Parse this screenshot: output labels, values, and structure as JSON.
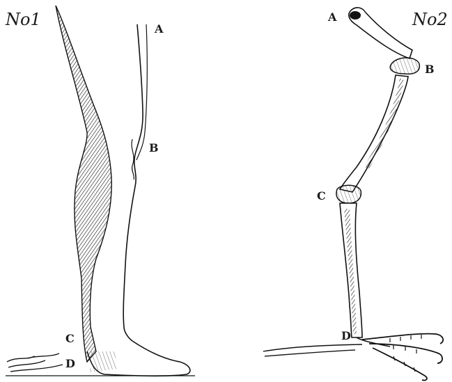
{
  "figures": [
    {
      "number": "No1",
      "labels": {
        "a": "A",
        "b": "B",
        "c": "C",
        "d": "D"
      }
    },
    {
      "number": "No2",
      "labels": {
        "a": "A",
        "b": "B",
        "c": "C",
        "d": "D"
      }
    }
  ]
}
